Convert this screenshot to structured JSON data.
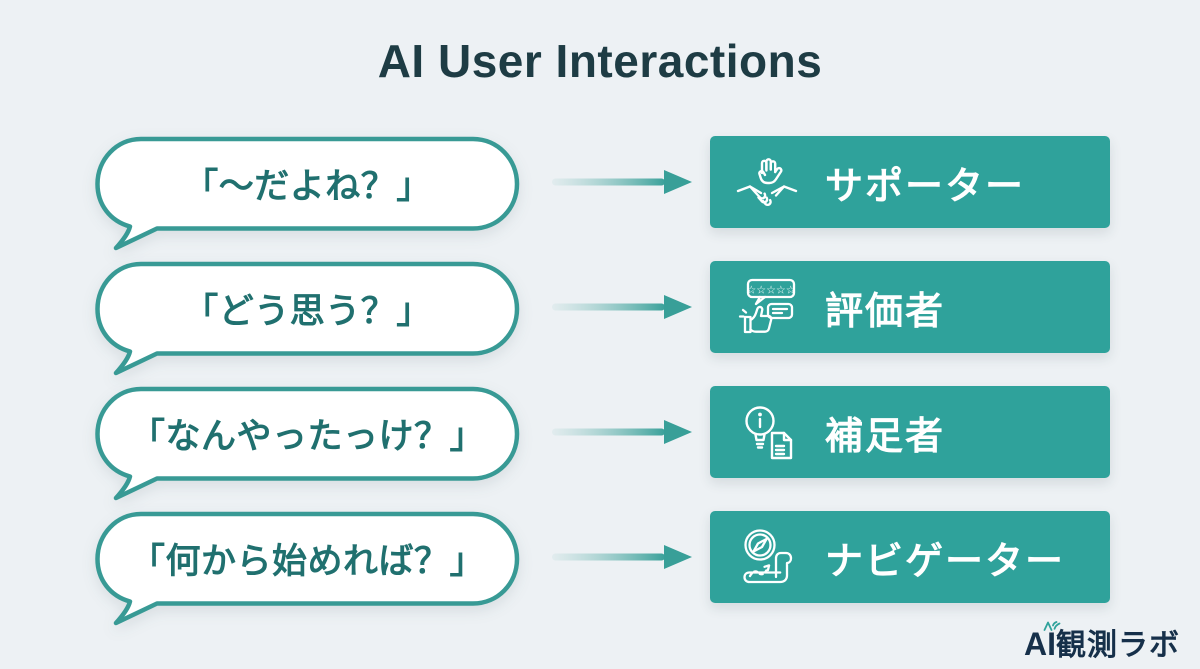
{
  "title": "AI User Interactions",
  "rows": [
    {
      "bubble_text": "「〜だよね？」",
      "role_label": "サポーター",
      "icon": "handshake-icon"
    },
    {
      "bubble_text": "「どう思う？」",
      "role_label": "評価者",
      "icon": "star-review-icon"
    },
    {
      "bubble_text": "「なんやったっけ？」",
      "role_label": "補足者",
      "icon": "bulb-document-icon"
    },
    {
      "bubble_text": "「何から始めれば？」",
      "role_label": "ナビゲーター",
      "icon": "compass-map-icon"
    }
  ],
  "icons": {
    "stars": "☆☆☆☆☆"
  },
  "logo": {
    "prefix": "AI",
    "suffix": "観測ラボ"
  },
  "colors": {
    "background": "#edf1f4",
    "box_teal": "#2fa29b",
    "outline_teal": "#389a95",
    "bubble_text": "#20706f",
    "title_text": "#1e3c44",
    "logo_text": "#16304a",
    "icon_stroke": "#ffffff"
  }
}
